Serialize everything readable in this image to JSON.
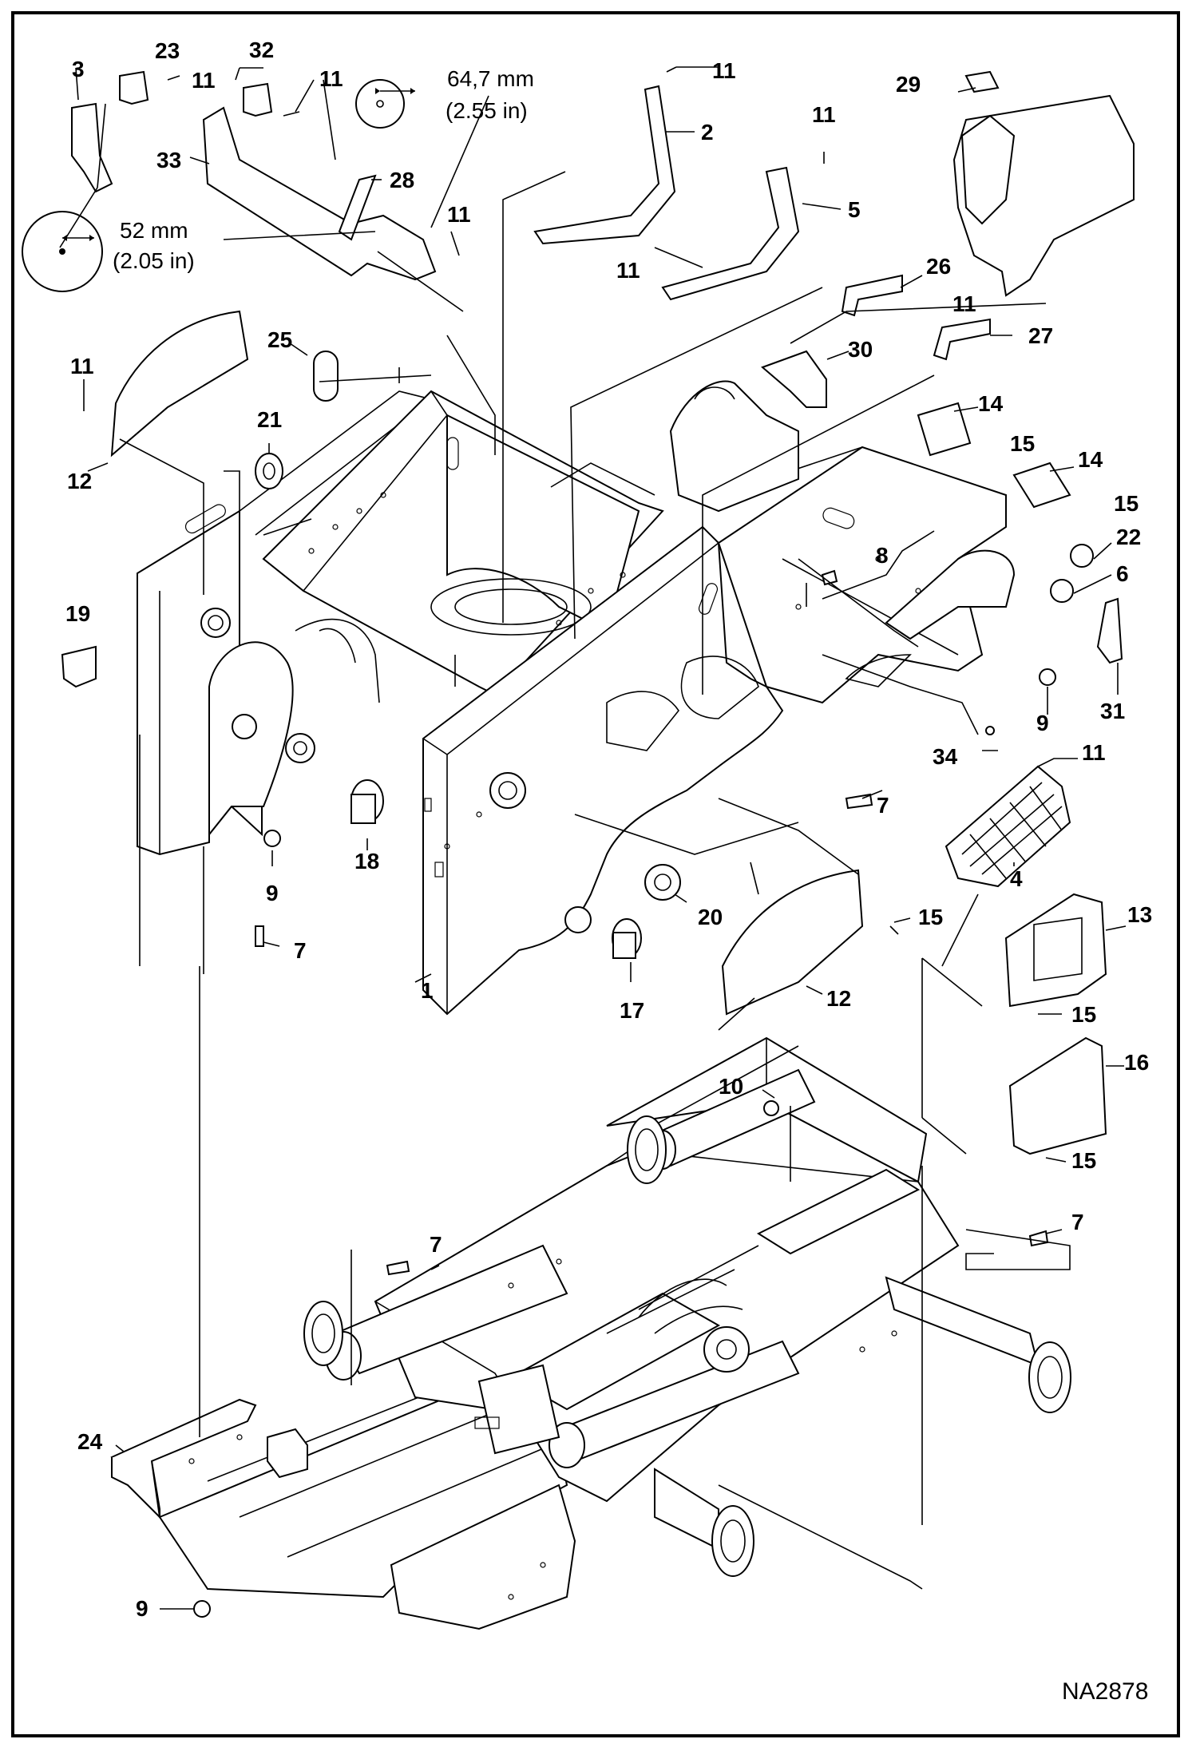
{
  "diagram": {
    "reference": "NA2878",
    "dimensions": [
      {
        "metric": "64,7 mm",
        "imperial": "(2.55 in)"
      },
      {
        "metric": "52 mm",
        "imperial": "(2.05 in)"
      }
    ],
    "callouts": [
      "1",
      "2",
      "3",
      "4",
      "5",
      "6",
      "7",
      "8",
      "9",
      "10",
      "11",
      "12",
      "13",
      "14",
      "15",
      "16",
      "17",
      "18",
      "19",
      "20",
      "21",
      "22",
      "23",
      "24",
      "25",
      "26",
      "27",
      "28",
      "29",
      "30",
      "31",
      "32",
      "33",
      "34"
    ]
  }
}
